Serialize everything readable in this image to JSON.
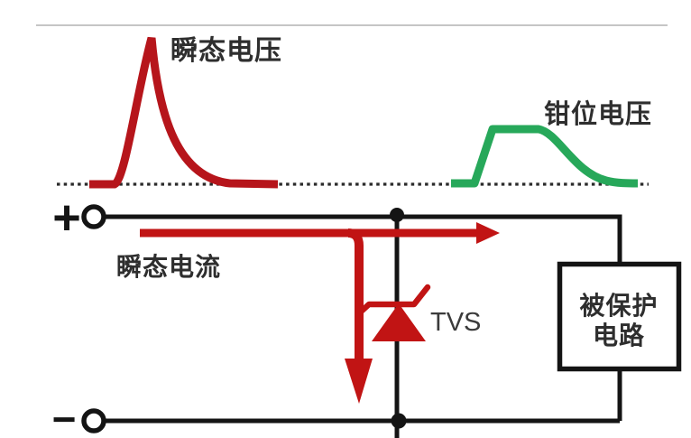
{
  "waveforms": {
    "transient_voltage_label": "瞬态电压",
    "clamp_voltage_label": "钳位电压"
  },
  "circuit": {
    "plus_terminal": "+",
    "minus_terminal": "−",
    "transient_current_label": "瞬态电流",
    "tvs_label": "TVS",
    "protected_circuit_line1": "被保护",
    "protected_circuit_line2": "电路"
  },
  "colors": {
    "waveform_red": "#b6151b",
    "arrow_red": "#c11414",
    "clamp_green": "#27a85a",
    "wire_black": "#141414",
    "label_gray": "#2e2e2e",
    "tvs_text_gray": "#3b3b3b",
    "baseline_dot": "#2a2a2a",
    "top_rule_gray": "#c6c6c6",
    "background": "#ffffff"
  }
}
